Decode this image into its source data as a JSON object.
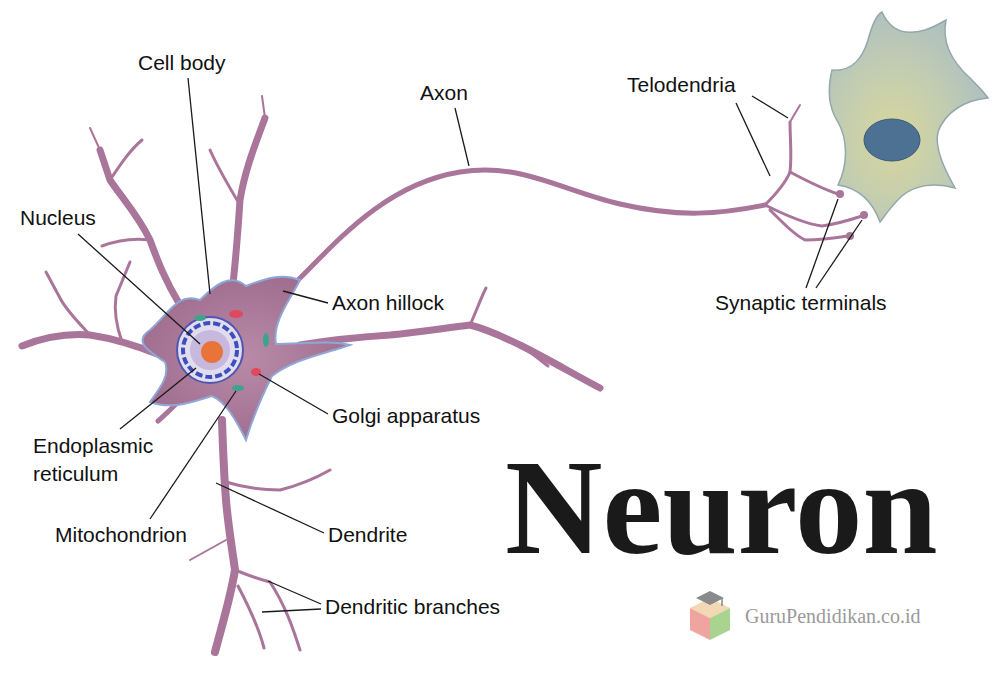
{
  "diagram": {
    "title": "Neuron",
    "labels": [
      "Cell body",
      "Axon",
      "Telodendria",
      "Nucleus",
      "Axon hillock",
      "Synaptic terminals",
      "Golgi apparatus",
      "Endoplasmic reticulum",
      "Mitochondrion",
      "Dendrite",
      "Dendritic branches",
      "GuruPendidikan.co.id"
    ]
  }
}
